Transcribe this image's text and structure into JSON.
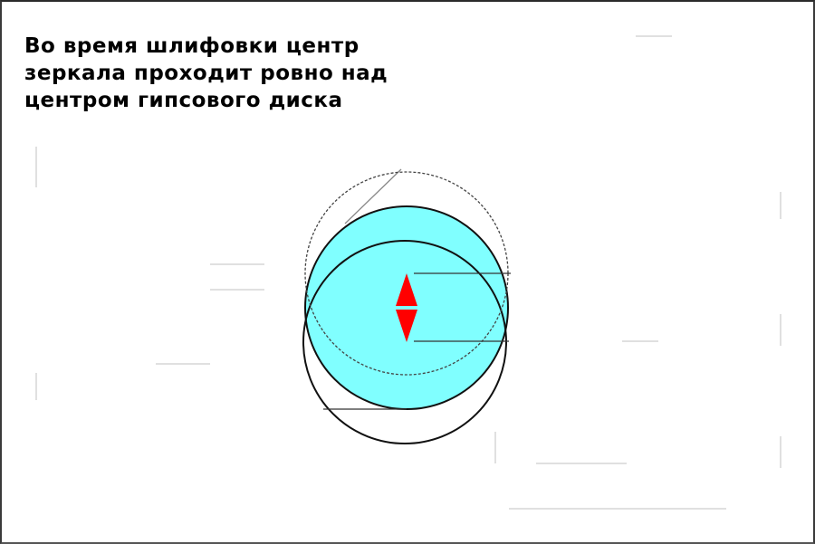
{
  "caption": {
    "lines": [
      "Во время шлифовки центр",
      "зеркала проходит ровно над",
      "центром гипсового диска"
    ]
  },
  "colors": {
    "mirror_fill": "#80FFFF",
    "arrow": "#FF0000",
    "outline": "#111111",
    "dashed_circle": "#444444",
    "leader_lines": "#333333",
    "faint_marks": "#d6d6d6"
  },
  "diagram": {
    "elements": [
      "plaster-disk-circle",
      "mirror-circle",
      "stroke-path-dashed-circle",
      "vertical-double-arrow"
    ],
    "arrow_direction": "vertical-both-ways"
  }
}
